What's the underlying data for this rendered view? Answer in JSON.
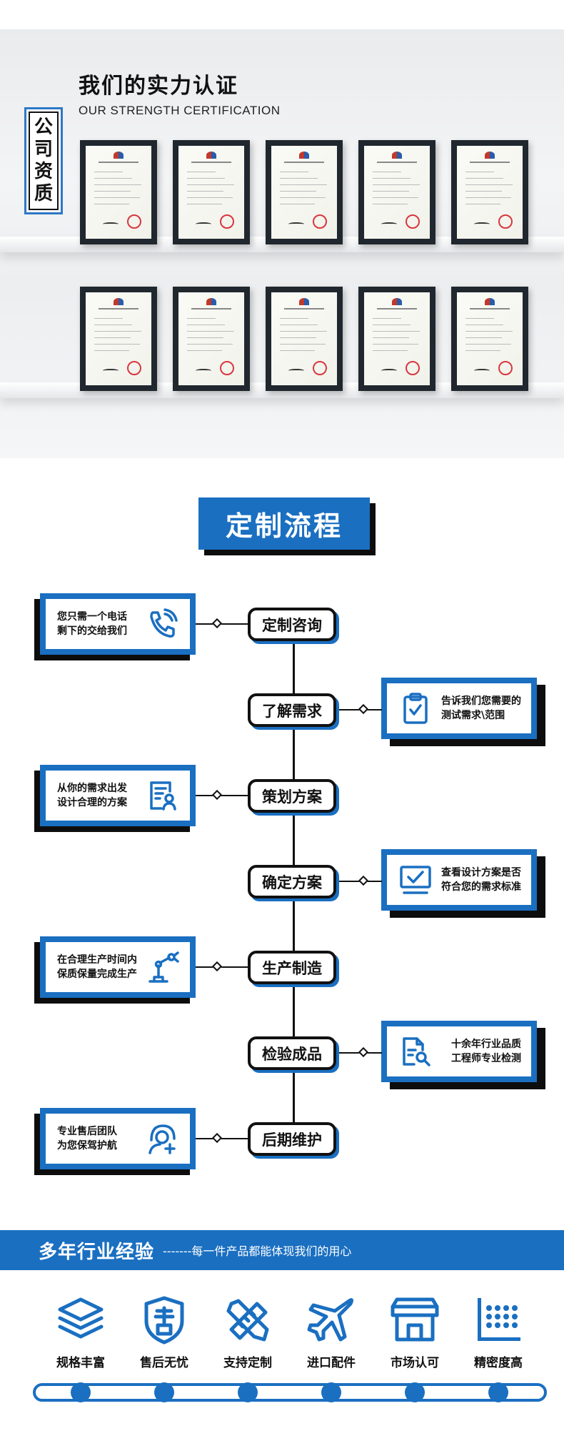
{
  "certification": {
    "title": "我们的实力认证",
    "subtitle": "OUR STRENGTH CERTIFICATION",
    "vertical_label": [
      "公",
      "司",
      "资",
      "质"
    ]
  },
  "process": {
    "title": "定制流程",
    "steps": [
      {
        "label": "定制咨询",
        "card_side": "left",
        "card_line1": "您只需一个电话",
        "card_line2": "剩下的交给我们",
        "icon": "phone-icon"
      },
      {
        "label": "了解需求",
        "card_side": "right",
        "card_line1": "告诉我们您需要的",
        "card_line2": "测试需求\\范围",
        "icon": "clipboard-check-icon"
      },
      {
        "label": "策划方案",
        "card_side": "left",
        "card_line1": "从你的需求出发",
        "card_line2": "设计合理的方案",
        "icon": "document-user-icon"
      },
      {
        "label": "确定方案",
        "card_side": "right",
        "card_line1": "查看设计方案是否",
        "card_line2": "符合您的需求标准",
        "icon": "monitor-check-icon"
      },
      {
        "label": "生产制造",
        "card_side": "left",
        "card_line1": "在合理生产时间内",
        "card_line2": "保质保量完成生产",
        "icon": "robot-arm-icon"
      },
      {
        "label": "检验成品",
        "card_side": "right",
        "card_line1": "十余年行业品质",
        "card_line2": "工程师专业检测",
        "icon": "document-search-icon"
      },
      {
        "label": "后期维护",
        "card_side": "left",
        "card_line1": "专业售后团队",
        "card_line2": "为您保驾护航",
        "icon": "customer-service-icon"
      }
    ]
  },
  "experience": {
    "title": "多年行业经验",
    "subtitle": "-------每一件产品都能体现我们的用心",
    "features": [
      {
        "label": "规格丰富",
        "icon": "layers-icon"
      },
      {
        "label": "售后无忧",
        "icon": "shield-service-icon"
      },
      {
        "label": "支持定制",
        "icon": "pencil-ruler-icon"
      },
      {
        "label": "进口配件",
        "icon": "airplane-icon"
      },
      {
        "label": "市场认可",
        "icon": "storefront-icon"
      },
      {
        "label": "精密度高",
        "icon": "precision-grid-icon"
      }
    ],
    "accent_color": "#1a6fc1"
  }
}
